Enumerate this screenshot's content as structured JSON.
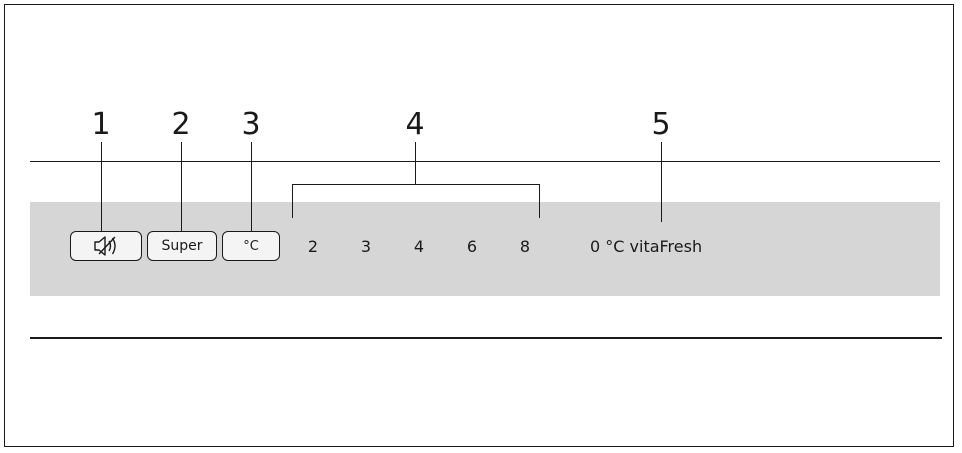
{
  "callouts": [
    "1",
    "2",
    "3",
    "4",
    "5"
  ],
  "buttons": {
    "alarm_off_icon": "speaker-off-icon",
    "super_label": "Super",
    "unit_label": "°C"
  },
  "temperature_levels": [
    "2",
    "3",
    "4",
    "6",
    "8"
  ],
  "fresh_label": "0 °C vitaFresh",
  "colors": {
    "panel": "#d6d6d6",
    "line": "#1a1a1a",
    "background": "#ffffff"
  }
}
